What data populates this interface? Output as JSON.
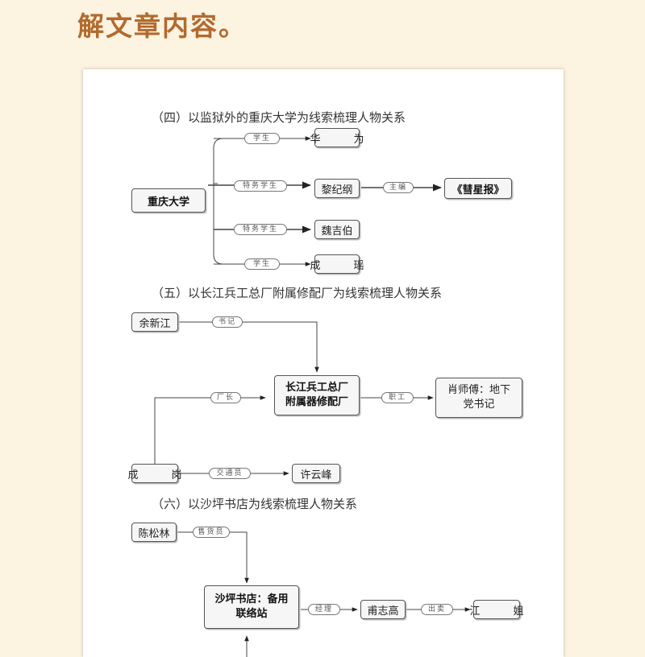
{
  "heading": "解文章内容。",
  "sections": [
    {
      "title": "（四）以监狱外的重庆大学为线索梳理人物关系",
      "nodes": {
        "center": "重庆大学",
        "n1": "华　为",
        "n2": "黎纪纲",
        "n3": "《彗星报》",
        "n4": "魏吉伯",
        "n5": "成　瑶"
      },
      "edges": {
        "e1": "学生",
        "e2": "特务学生",
        "e3": "主编",
        "e4": "特务学生",
        "e5": "学生"
      }
    },
    {
      "title": "（五）以长江兵工总厂附属修配厂为线索梳理人物关系",
      "nodes": {
        "n1": "余新江",
        "center": "长江兵工总厂附属器修配厂",
        "n2": "肖师傅：地下党书记",
        "n3": "成　岗",
        "n4": "许云峰"
      },
      "edges": {
        "e1": "书记",
        "e2": "厂长",
        "e3": "职工",
        "e4": "交通员"
      }
    },
    {
      "title": "（六）以沙坪书店为线索梳理人物关系",
      "nodes": {
        "n1": "陈松林",
        "center": "沙坪书店：备用联络站",
        "n2": "甫志高",
        "n3": "江　姐"
      },
      "edges": {
        "e1": "售货员",
        "e2": "经理",
        "e3": "出卖"
      }
    }
  ]
}
